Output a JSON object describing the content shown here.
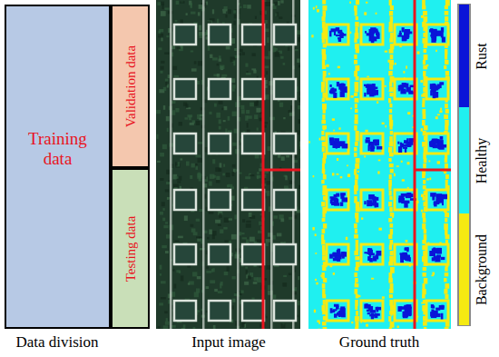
{
  "diagram": {
    "nodes": [
      {
        "text": [
          "Training data"
        ]
      },
      {
        "text": [
          "Validation data"
        ]
      },
      {
        "text": [
          "Testing data"
        ]
      }
    ],
    "labels": [
      "Data division",
      "Input image",
      "Ground truth"
    ],
    "legend": [
      {
        "text": "Rust",
        "color": "#0a14d8"
      },
      {
        "text": "Healthy",
        "color": "#1ff0f0"
      },
      {
        "text": "Background",
        "color": "#f5ea12"
      }
    ]
  }
}
